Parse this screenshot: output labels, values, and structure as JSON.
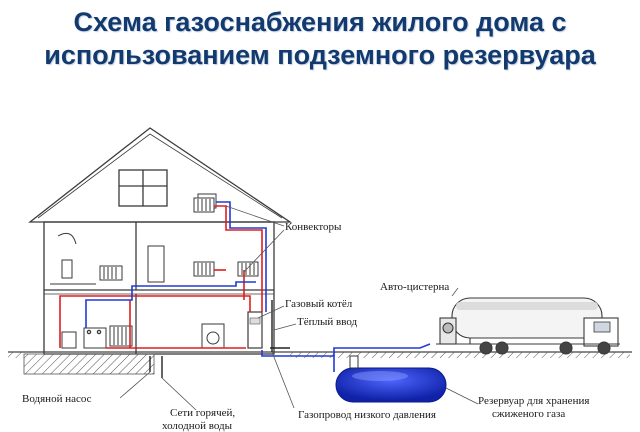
{
  "title": {
    "line1": "Схема газоснабжения жилого дома с",
    "line2": "использованием подземного резервуара"
  },
  "labels": {
    "convectors": "Конвекторы",
    "auto_tanker": "Авто-цистерна",
    "gas_boiler": "Газовый котёл",
    "warm_inlet": "Тёплый ввод",
    "water_pump": "Водяной насос",
    "water_networks_line1": "Сети горячей,",
    "water_networks_line2": "холодной воды",
    "low_pressure_pipeline": "Газопровод низкого давления",
    "reservoir_line1": "Резервуар для хранения",
    "reservoir_line2": "сжиженого газа"
  },
  "colors": {
    "title": "#123a6e",
    "gas_pipe": "#1f3bd6",
    "heating_pipe": "#e01e1e",
    "tank": "#1d35d0",
    "outline": "#3a3a3a"
  }
}
